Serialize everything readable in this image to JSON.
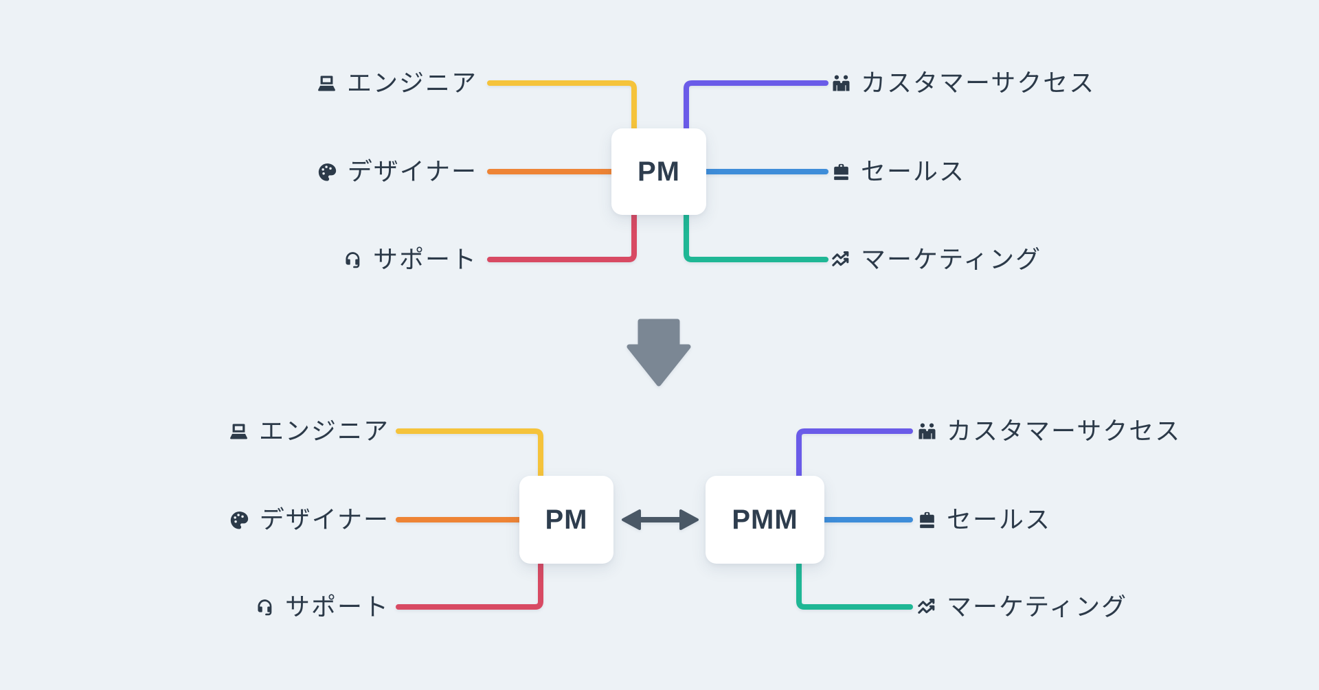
{
  "colors": {
    "background": "#EDF2F6",
    "node_background": "#FFFFFF",
    "text": "#2C3A49",
    "engineer": "#F5C33B",
    "designer": "#EE8435",
    "support": "#D84A63",
    "customer_success": "#6A5BE8",
    "sales": "#3E8DD9",
    "marketing": "#1FB795",
    "transform_arrow": "#7B8794",
    "exchange_arrow": "#4A5866"
  },
  "before": {
    "node": "PM",
    "left": [
      {
        "label": "エンジニア",
        "icon": "laptop-icon"
      },
      {
        "label": "デザイナー",
        "icon": "palette-icon"
      },
      {
        "label": "サポート",
        "icon": "headset-icon"
      }
    ],
    "right": [
      {
        "label": "カスタマーサクセス",
        "icon": "handshake-icon"
      },
      {
        "label": "セールス",
        "icon": "briefcase-icon"
      },
      {
        "label": "マーケティング",
        "icon": "trending-icon"
      }
    ]
  },
  "after": {
    "pm_node": "PM",
    "pmm_node": "PMM",
    "left": [
      {
        "label": "エンジニア",
        "icon": "laptop-icon"
      },
      {
        "label": "デザイナー",
        "icon": "palette-icon"
      },
      {
        "label": "サポート",
        "icon": "headset-icon"
      }
    ],
    "right": [
      {
        "label": "カスタマーサクセス",
        "icon": "handshake-icon"
      },
      {
        "label": "セールス",
        "icon": "briefcase-icon"
      },
      {
        "label": "マーケティング",
        "icon": "trending-icon"
      }
    ]
  }
}
